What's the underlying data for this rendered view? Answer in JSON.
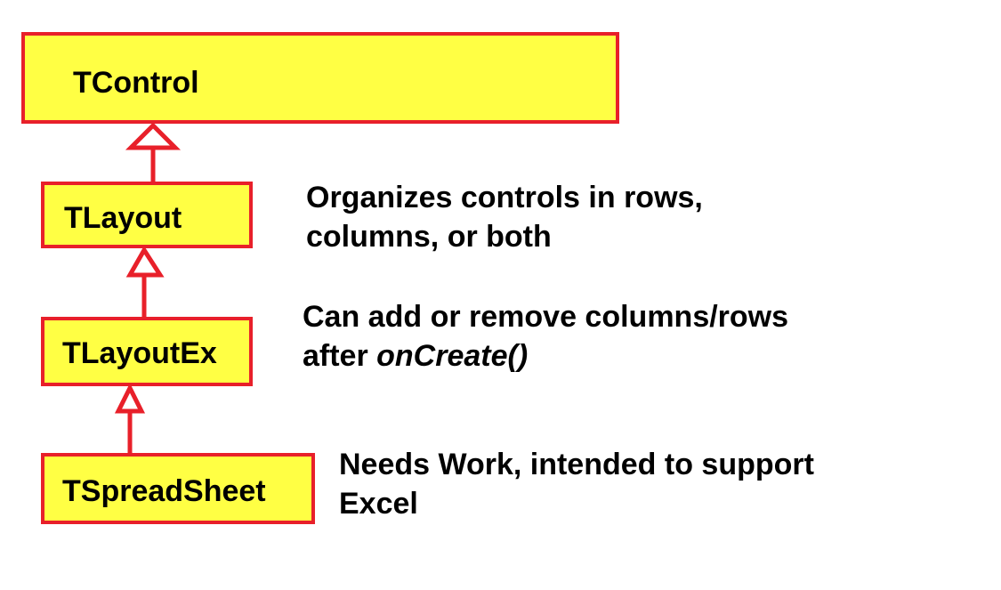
{
  "classes": {
    "tcontrol": "TControl",
    "tlayout": "TLayout",
    "tlayoutex": "TLayoutEx",
    "tspreadsheet": "TSpreadSheet"
  },
  "notes": {
    "tlayout": {
      "line1": "Organizes controls in rows,",
      "line2": "columns, or both"
    },
    "tlayoutex": {
      "line1": "Can add or remove columns/rows",
      "line2_plain": "after ",
      "line2_italic": "onCreate()"
    },
    "tspreadsheet": {
      "line1": "Needs Work, intended to support",
      "line2": "Excel"
    }
  },
  "colors": {
    "box_fill": "#ffff44",
    "border": "#e8202a",
    "text": "#000000",
    "background": "#ffffff"
  },
  "relations": [
    {
      "child": "TLayout",
      "parent": "TControl",
      "type": "inheritance"
    },
    {
      "child": "TLayoutEx",
      "parent": "TLayout",
      "type": "inheritance"
    },
    {
      "child": "TSpreadSheet",
      "parent": "TLayoutEx",
      "type": "inheritance"
    }
  ]
}
